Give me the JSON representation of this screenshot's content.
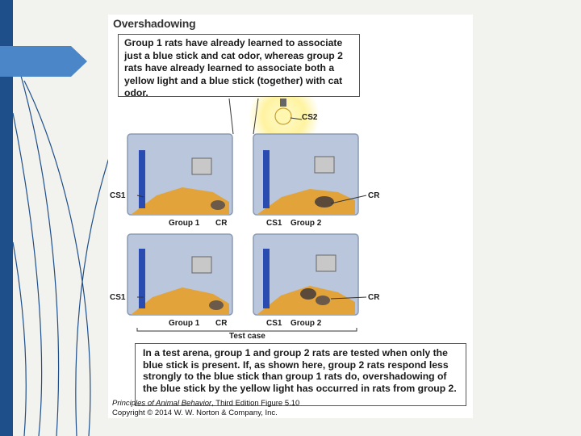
{
  "figure": {
    "title": "Overshadowing",
    "top_caption": "Group 1 rats have already learned to associate just a blue stick and cat odor, whereas group 2 rats have already learned to associate both a yellow light and a blue stick (together) with cat odor.",
    "bottom_caption": "In a test arena, group 1 and group 2 rats are tested when only the blue stick is present. If, as shown here, group 2 rats respond less strongly to the blue stick than group 1 rats do, overshadowing of the blue stick by the yellow light has occurred in rats from group 2.",
    "labels": {
      "cs1": "CS1",
      "cs2": "CS2",
      "cr": "CR",
      "group1": "Group 1",
      "group2": "Group 2",
      "test_case": "Test case"
    },
    "credit_book": "Principles of Animal Behavior",
    "credit_edition": ", Third Edition  Figure 5.10",
    "credit_copyright": "Copyright © 2014 W. W. Norton & Company, Inc."
  },
  "colors": {
    "slide_left_bar": "#1f4f8a",
    "arrow": "#4a86c8",
    "tank": "#b9c6dc",
    "blue_stick": "#2a4bb0",
    "bedding": "#e2a43a",
    "light_glow": "#fff3a0"
  }
}
